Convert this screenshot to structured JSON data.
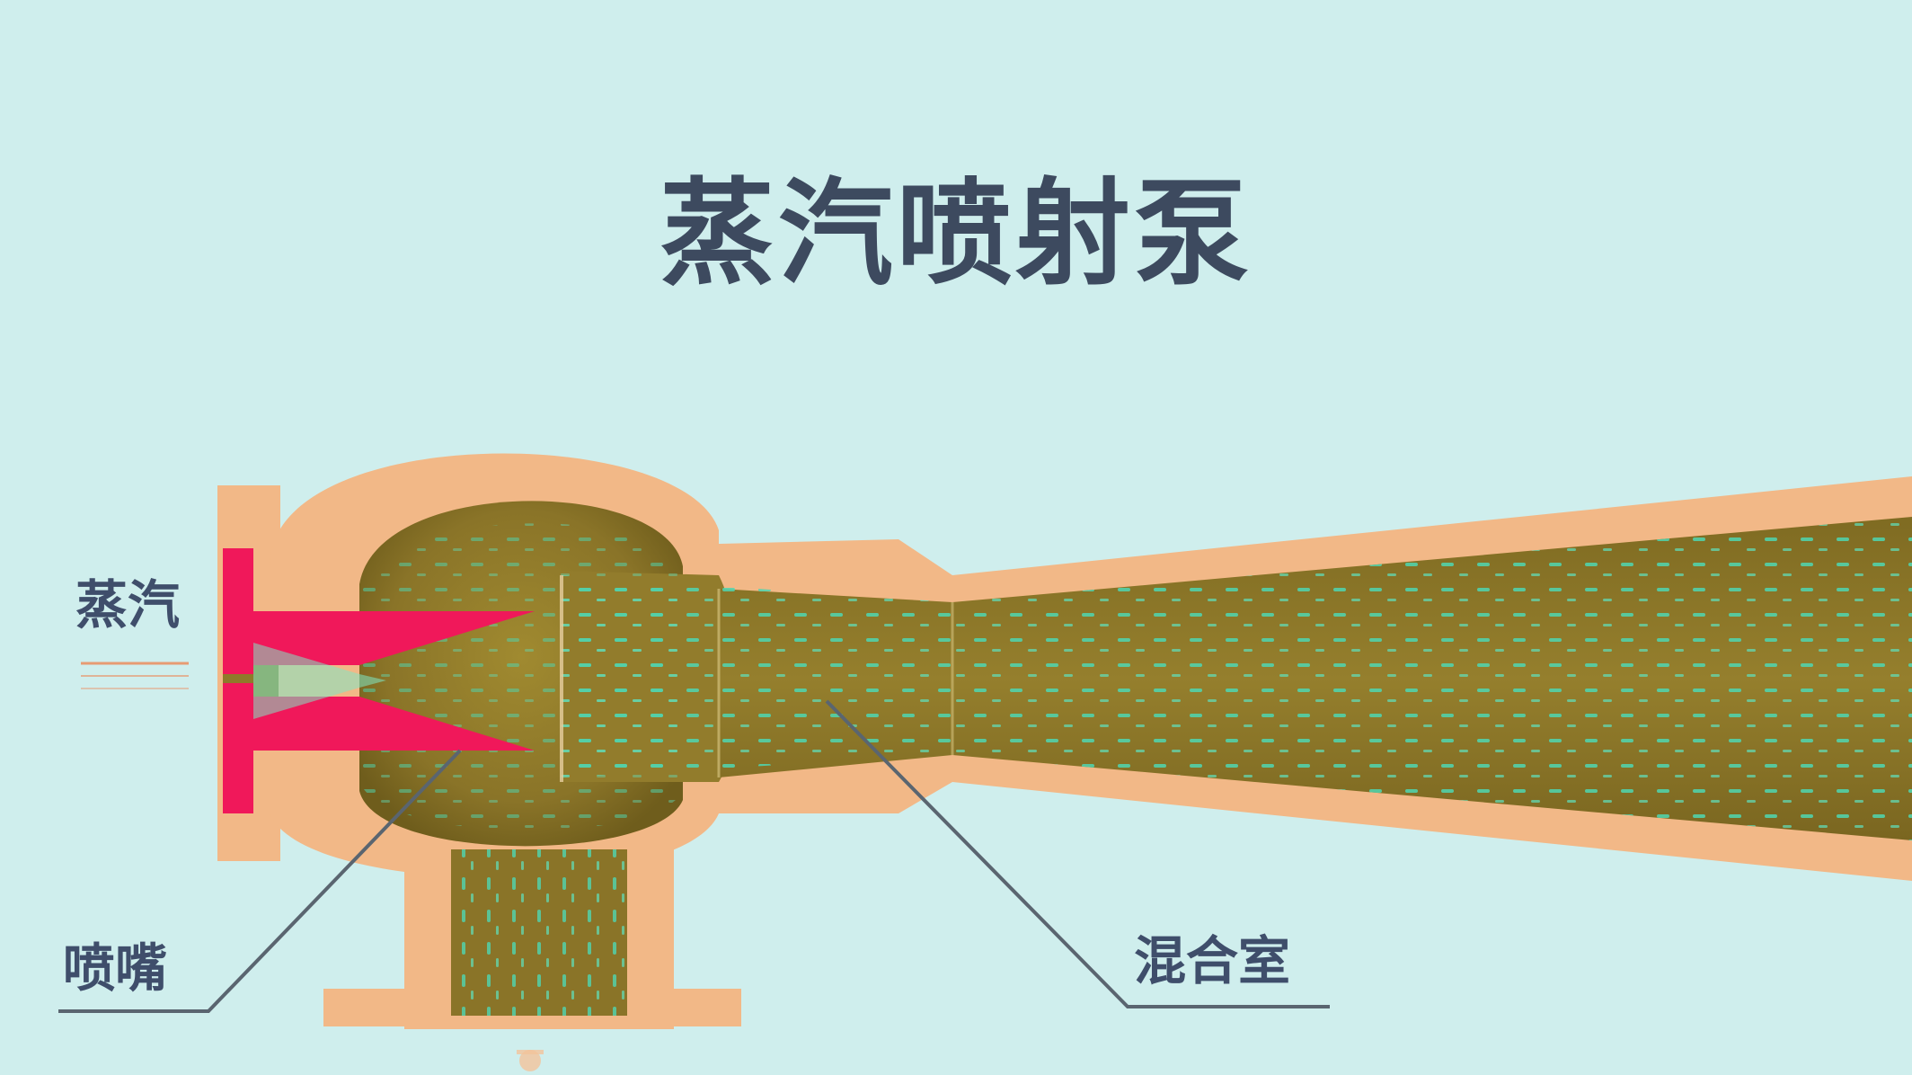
{
  "title": "蒸汽喷射泵",
  "labels": {
    "steam": "蒸汽",
    "nozzle": "喷嘴",
    "mixing_chamber": "混合室"
  },
  "colors": {
    "background": "#cfeeed",
    "casing": "#f2b887",
    "interior": "#8f7a2a",
    "nozzle": "#f0185a",
    "flow_dots": "#4fd6b0",
    "text": "#3f4e6b"
  }
}
